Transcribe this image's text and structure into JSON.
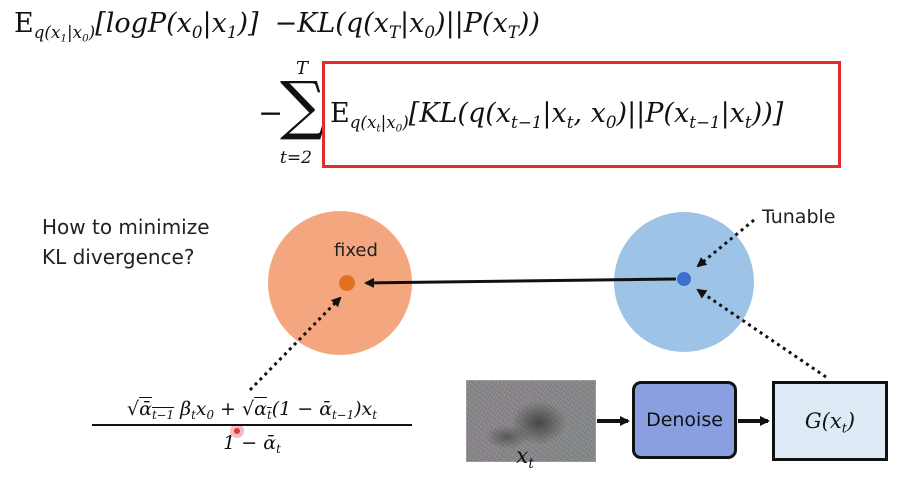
{
  "formula": {
    "line1": {
      "expectation": "E",
      "sub": "q(x1|x0)",
      "term1": "[logP(x0|x1)]",
      "term2": "−KL(q(xT|x0)||P(xT))"
    },
    "sum": {
      "minus": "−",
      "symbol": "∑",
      "upper": "T",
      "lower": "t=2"
    },
    "line2": {
      "expectation": "E",
      "sub": "q(xt|x0)",
      "term": "[KL(q(xt−1|xt, x0)||P(xt−1|xt))]"
    }
  },
  "question": [
    "How to minimize",
    "KL divergence?"
  ],
  "labels": {
    "fixed": "fixed",
    "tunable": "Tunable",
    "denoise": "Denoise",
    "g": "G(xt)",
    "xt": "xt"
  },
  "mean_formula": {
    "numerator": "√ᾱt−1 βt x0 + √αt (1 − ᾱt−1) xt",
    "denominator": "1 − ᾱt"
  },
  "colors": {
    "red_box": "#e12c2c",
    "fixed_circle": "#f4a77f",
    "fixed_dot": "#e3701e",
    "tunable_circle": "#9dc3e6",
    "tunable_dot": "#3b6fd0",
    "denoise_fill": "#8a9fe0",
    "g_fill": "#deebf7"
  }
}
